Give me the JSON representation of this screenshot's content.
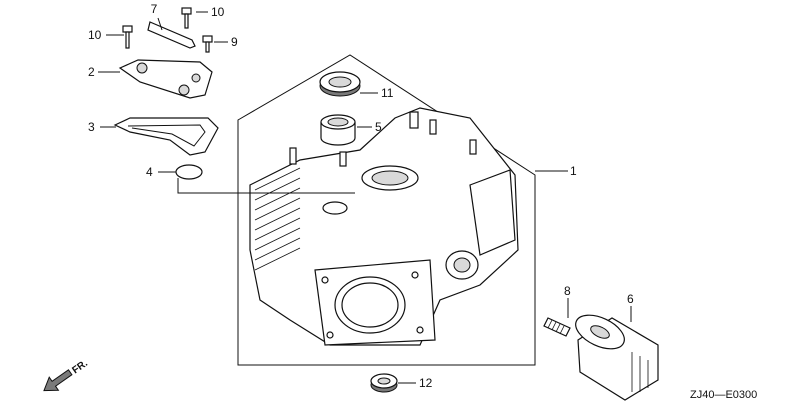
{
  "callouts": [
    {
      "id": "1",
      "label": "1"
    },
    {
      "id": "2",
      "label": "2"
    },
    {
      "id": "3",
      "label": "3"
    },
    {
      "id": "4",
      "label": "4"
    },
    {
      "id": "5",
      "label": "5"
    },
    {
      "id": "6",
      "label": "6"
    },
    {
      "id": "7",
      "label": "7"
    },
    {
      "id": "8",
      "label": "8"
    },
    {
      "id": "9",
      "label": "9"
    },
    {
      "id": "10a",
      "label": "10"
    },
    {
      "id": "10b",
      "label": "10"
    },
    {
      "id": "11",
      "label": "11"
    },
    {
      "id": "12",
      "label": "12"
    }
  ],
  "front_marker": "FR.",
  "diagram_code": "ZJ40—E0300"
}
